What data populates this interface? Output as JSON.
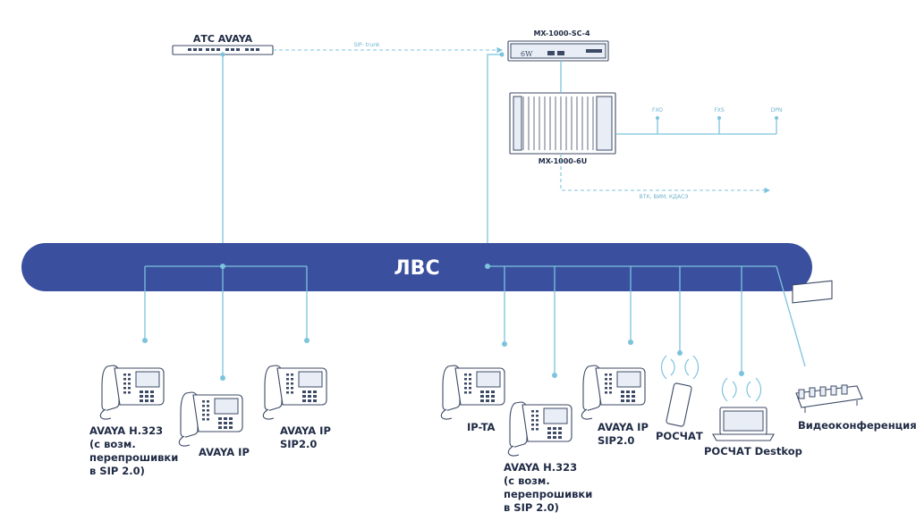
{
  "lan_label": "ЛВС",
  "pbx_label": "АТС AVAYA",
  "trunk_label": "SIP- trunk",
  "mx_sc_label": "MX-1000-SC-4",
  "mx_6u_label": "MX-1000-6U",
  "ports": [
    "FXO",
    "FXS",
    "DPN"
  ],
  "outgoing_label": "ВТК, ВИМ, КДАСЭ",
  "devices": {
    "avaya_h323_left": [
      "AVAYA H.323",
      "(с возм.",
      "перепрошивки",
      "в SIP 2.0)"
    ],
    "avaya_ip": [
      "AVAYA IP"
    ],
    "avaya_ip_sip_left": [
      "AVAYA IP",
      "SIP2.0"
    ],
    "ip_ta": [
      "IP-TA"
    ],
    "avaya_h323_right": [
      "AVAYA H.323",
      "(с возм.",
      "перепрошивки",
      "в SIP 2.0)"
    ],
    "avaya_ip_sip_right": [
      "AVAYA IP",
      "SIP2.0"
    ],
    "roschat": [
      "РОСЧАТ"
    ],
    "roschat_desktop": [
      "РОСЧАТ Destkop"
    ],
    "videoconf": [
      "Видеоконференция"
    ]
  },
  "colors": {
    "lan": "#3a4f9e",
    "link": "#7cc3dd",
    "device_outline": "#3c4a66",
    "label": "#1f2a44"
  }
}
